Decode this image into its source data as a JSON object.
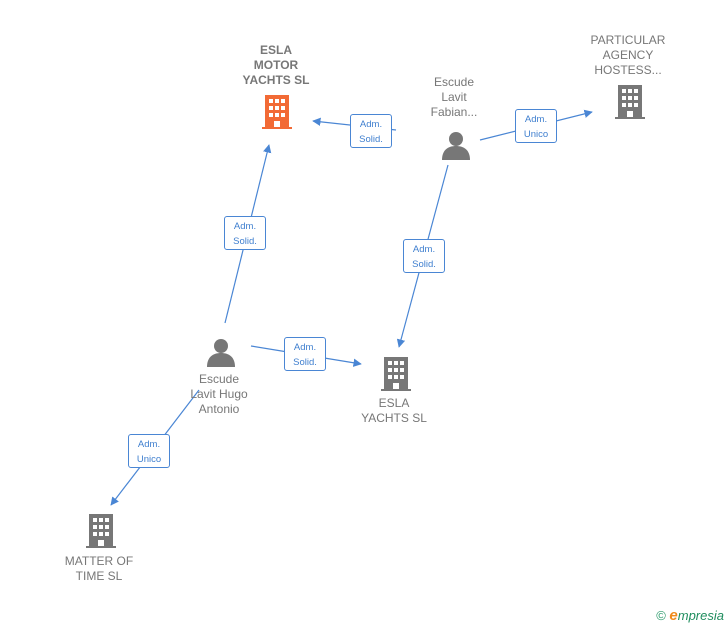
{
  "colors": {
    "edge": "#4a86d4",
    "company": "#777777",
    "company_main": "#f26a35",
    "person": "#777777"
  },
  "nodes": {
    "esla_motor": {
      "lines": [
        "ESLA",
        "MOTOR",
        "YACHTS  SL"
      ],
      "type": "company",
      "icon": "building-icon-highlighted"
    },
    "particular": {
      "lines": [
        "PARTICULAR",
        "AGENCY",
        "HOSTESS..."
      ],
      "type": "company",
      "icon": "building-icon"
    },
    "escude_fabian": {
      "lines": [
        "Escude",
        "Lavit",
        "Fabian..."
      ],
      "type": "person",
      "icon": "person-icon"
    },
    "escude_hugo": {
      "lines": [
        "Escude",
        "Lavit Hugo",
        "Antonio"
      ],
      "type": "person",
      "icon": "person-icon"
    },
    "esla_yachts": {
      "lines": [
        "ESLA",
        "YACHTS  SL"
      ],
      "type": "company",
      "icon": "building-icon"
    },
    "matter_of_time": {
      "lines": [
        "MATTER OF",
        "TIME  SL"
      ],
      "type": "company",
      "icon": "building-icon"
    }
  },
  "edges": [
    {
      "from": "escude_fabian",
      "to": "esla_motor",
      "label": [
        "Adm.",
        "Solid."
      ]
    },
    {
      "from": "escude_fabian",
      "to": "particular",
      "label": [
        "Adm.",
        "Unico"
      ]
    },
    {
      "from": "escude_fabian",
      "to": "esla_yachts",
      "label": [
        "Adm.",
        "Solid."
      ]
    },
    {
      "from": "escude_hugo",
      "to": "esla_motor",
      "label": [
        "Adm.",
        "Solid."
      ]
    },
    {
      "from": "escude_hugo",
      "to": "esla_yachts",
      "label": [
        "Adm.",
        "Solid."
      ]
    },
    {
      "from": "escude_hugo",
      "to": "matter_of_time",
      "label": [
        "Adm.",
        "Unico"
      ]
    }
  ],
  "footer": {
    "copyright": "©",
    "brand_initial": "e",
    "brand_rest": "mpresia"
  }
}
